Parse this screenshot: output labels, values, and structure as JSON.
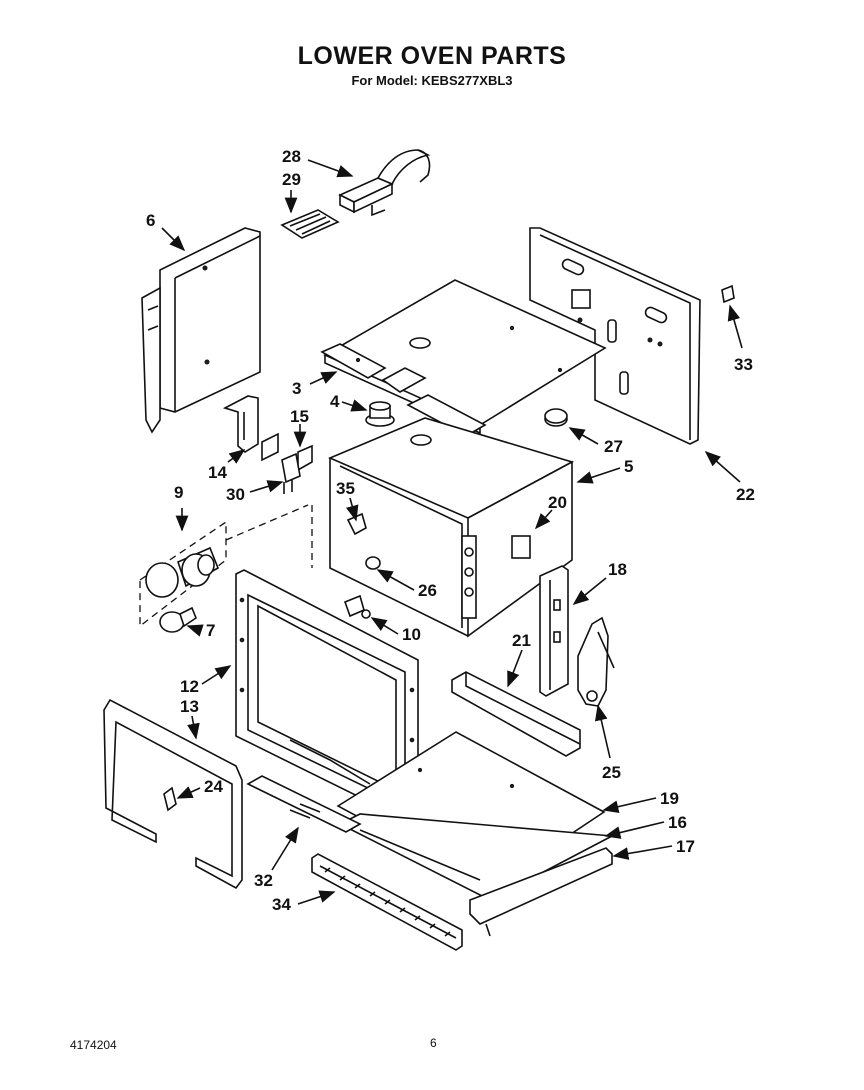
{
  "header": {
    "title": "LOWER OVEN PARTS",
    "model_line": "For Model: KEBS277XBL3"
  },
  "footer": {
    "doc_number": "4174204",
    "page_number": "6"
  },
  "callouts": [
    "28",
    "29",
    "6",
    "33",
    "3",
    "4",
    "15",
    "27",
    "5",
    "14",
    "22",
    "30",
    "35",
    "20",
    "9",
    "26",
    "18",
    "10",
    "7",
    "21",
    "12",
    "13",
    "25",
    "24",
    "19",
    "16",
    "17",
    "32",
    "34"
  ]
}
